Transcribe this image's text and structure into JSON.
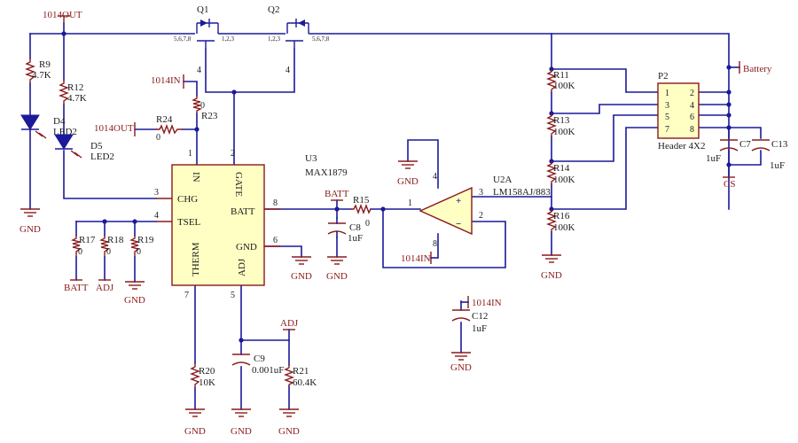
{
  "nets": {
    "out_top": "1014OUT",
    "out_r24": "1014OUT",
    "in_r23": "1014IN",
    "in_opamp": "1014IN",
    "in_c12": "1014IN",
    "batt_c8": "BATT",
    "battery": "Battery",
    "adj_r21": "ADJ",
    "cs": "CS"
  },
  "gnd": {
    "label": "GND",
    "bottom_label": "GND"
  },
  "transistors": {
    "q1": {
      "ref": "Q1",
      "pins_left": "5,6,7,8",
      "pins_right": "1,2,3",
      "gate_pin": "4"
    },
    "q2": {
      "ref": "Q2",
      "pins_left": "1,2,3",
      "pins_right": "5,6,7,8",
      "gate_pin": "4"
    }
  },
  "resistors": {
    "r9": {
      "ref": "R9",
      "value": "4.7K"
    },
    "r12": {
      "ref": "R12",
      "value": "4.7K"
    },
    "r23": {
      "ref": "R23",
      "value": "0"
    },
    "r24": {
      "ref": "R24",
      "value": "0"
    },
    "r17": {
      "ref": "R17",
      "value": "0"
    },
    "r18": {
      "ref": "R18",
      "value": "0"
    },
    "r19": {
      "ref": "R19",
      "value": "0"
    },
    "r20": {
      "ref": "R20",
      "value": "10K"
    },
    "r21": {
      "ref": "R21",
      "value": "60.4K"
    },
    "r15": {
      "ref": "R15",
      "value": "0"
    },
    "r11": {
      "ref": "R11",
      "value": "100K"
    },
    "r13": {
      "ref": "R13",
      "value": "100K"
    },
    "r14": {
      "ref": "R14",
      "value": "100K"
    },
    "r16": {
      "ref": "R16",
      "value": "100K"
    }
  },
  "leds": {
    "d4": {
      "ref": "D4",
      "value": "LED2"
    },
    "d5": {
      "ref": "D5",
      "value": "LED2"
    }
  },
  "capacitors": {
    "c8": {
      "ref": "C8",
      "value": "1uF"
    },
    "c9": {
      "ref": "C9",
      "value": "0.001uF"
    },
    "c12": {
      "ref": "C12",
      "value": "1uF"
    },
    "c7": {
      "ref": "C7",
      "value": "1uF"
    },
    "c13": {
      "ref": "C13",
      "value": "1uF"
    }
  },
  "ic_u3": {
    "ref": "U3",
    "part": "MAX1879",
    "pin_in": "IN",
    "pin_gate": "GATE",
    "pin_chg": "CHG",
    "pin_tsel": "TSEL",
    "pin_batt": "BATT",
    "pin_gnd": "GND",
    "pin_therm": "THERM",
    "pin_adj": "ADJ",
    "pinnum": {
      "in": "1",
      "gate": "2",
      "chg": "3",
      "tsel": "4",
      "adj": "5",
      "gnd": "6",
      "therm": "7",
      "batt": "8"
    }
  },
  "opamp_u2a": {
    "ref": "U2A",
    "part": "LM158AJ/883",
    "plus": "+",
    "minus": "−",
    "pinnum": {
      "out": "1",
      "minus": "2",
      "plus": "3",
      "vcc": "4",
      "vee": "8"
    }
  },
  "header_p2": {
    "ref": "P2",
    "part": "Header 4X2",
    "left_pins": [
      "1",
      "3",
      "5",
      "7"
    ],
    "right_pins": [
      "2",
      "4",
      "6",
      "8"
    ]
  }
}
